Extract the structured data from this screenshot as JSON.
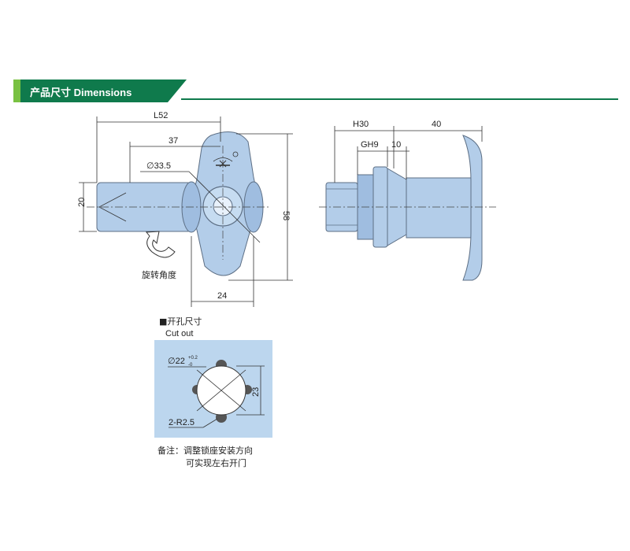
{
  "header": {
    "title": "产品尺寸 Dimensions"
  },
  "front_view": {
    "dim_length": "L52",
    "dim_37": "37",
    "dim_diameter": "∅33.5",
    "dim_height": "58",
    "dim_shaft": "20",
    "dim_width": "24",
    "rotation_label": "旋转角度"
  },
  "side_view": {
    "dim_h": "H30",
    "dim_handle": "40",
    "dim_gh": "GH9",
    "dim_10": "10"
  },
  "cutout": {
    "heading_cn": "■开孔尺寸",
    "heading_en": "Cut out",
    "dim_diameter": "∅22",
    "tol_upper": "+0.2",
    "tol_lower": "-0",
    "dim_23": "23",
    "dim_radius": "2-R2.5",
    "bg_color": "#bcd6ee"
  },
  "note": {
    "line1": "备注：调整锁座安装方向",
    "line2": "可实现左右开门"
  },
  "colors": {
    "brand": "#0f7a4c",
    "accent": "#79c142",
    "part": "#b3cde9"
  }
}
